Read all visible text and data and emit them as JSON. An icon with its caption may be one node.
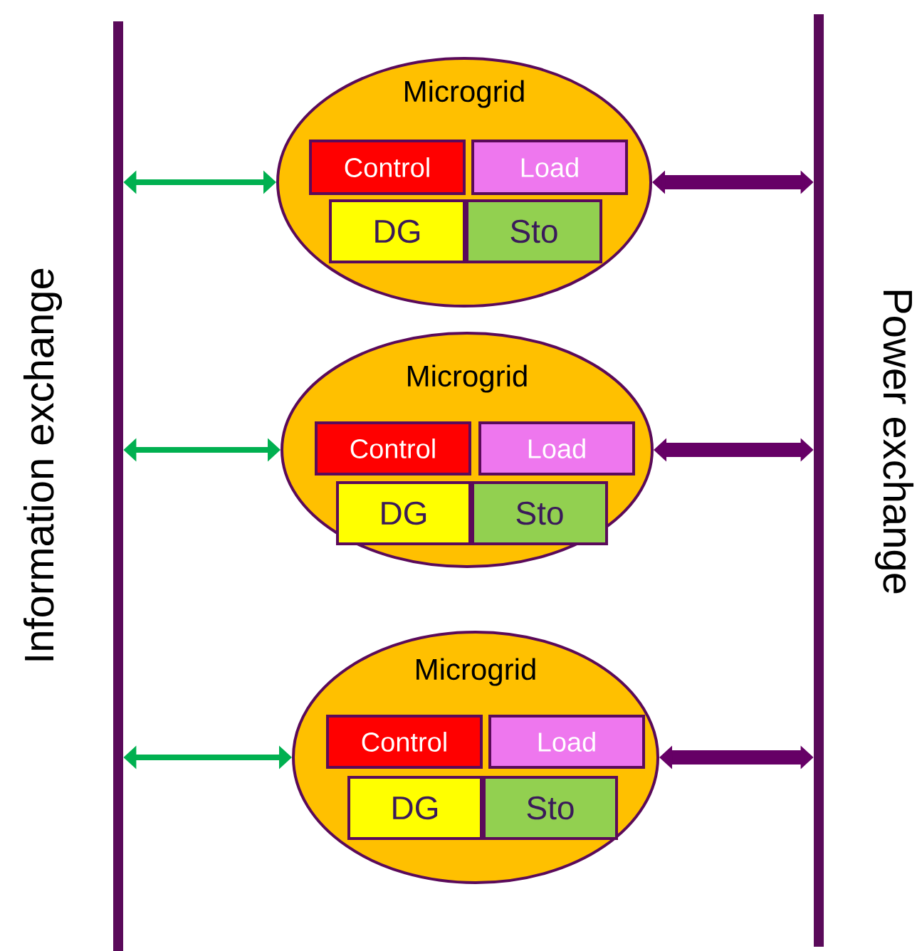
{
  "diagram": {
    "nodes": [
      {
        "text": [],
        "shape": "bar",
        "beside": [
          "Information exchange"
        ]
      },
      {
        "text": [],
        "shape": "bar",
        "beside": [
          "Power exchange"
        ]
      },
      {
        "text": [
          "Microgrid"
        ]
      },
      {
        "text": [
          "Control"
        ],
        "in": 2
      },
      {
        "text": [
          "Load"
        ],
        "in": 2
      },
      {
        "text": [
          "DG"
        ],
        "in": 2
      },
      {
        "text": [
          "Sto"
        ],
        "in": 2
      },
      {
        "text": [
          "Microgrid"
        ]
      },
      {
        "text": [
          "Control"
        ],
        "in": 7
      },
      {
        "text": [
          "Load"
        ],
        "in": 7
      },
      {
        "text": [
          "DG"
        ],
        "in": 7
      },
      {
        "text": [
          "Sto"
        ],
        "in": 7
      },
      {
        "text": [
          "Microgrid"
        ]
      },
      {
        "text": [
          "Control"
        ],
        "in": 12
      },
      {
        "text": [
          "Load"
        ],
        "in": 12
      },
      {
        "text": [
          "DG"
        ],
        "in": 12
      },
      {
        "text": [
          "Sto"
        ],
        "in": 12
      }
    ],
    "edges": [
      {
        "from": 0,
        "to": 2,
        "arrow": "both",
        "color": "#00b050"
      },
      {
        "from": 2,
        "to": 1,
        "arrow": "both",
        "color": "#660066",
        "style": "thick"
      },
      {
        "from": 0,
        "to": 7,
        "arrow": "both",
        "color": "#00b050"
      },
      {
        "from": 7,
        "to": 1,
        "arrow": "both",
        "color": "#660066",
        "style": "thick"
      },
      {
        "from": 0,
        "to": 12,
        "arrow": "both",
        "color": "#00b050"
      },
      {
        "from": 12,
        "to": 1,
        "arrow": "both",
        "color": "#660066",
        "style": "thick"
      }
    ]
  }
}
